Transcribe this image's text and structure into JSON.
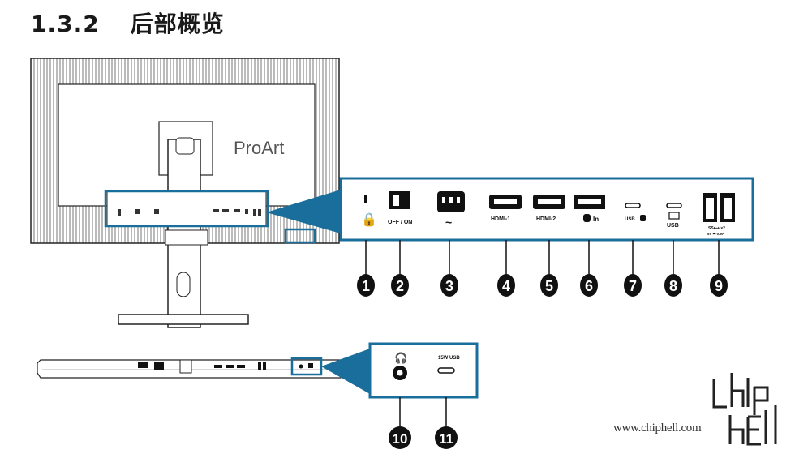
{
  "section": {
    "number": "1.3.2",
    "title": "后部概览"
  },
  "brand_logo": "ProArt",
  "ports": [
    {
      "num": "1",
      "label": ""
    },
    {
      "num": "2",
      "label": "OFF / ON"
    },
    {
      "num": "3",
      "label": "~"
    },
    {
      "num": "4",
      "label": "HDMI-1"
    },
    {
      "num": "5",
      "label": "HDMI-2"
    },
    {
      "num": "6",
      "label": "In"
    },
    {
      "num": "7",
      "label": "USB"
    },
    {
      "num": "8",
      "label": "USB"
    },
    {
      "num": "9",
      "label": "SS⟷ ×2",
      "sub": "5V ⎓ 0.9A"
    }
  ],
  "bottom_ports": [
    {
      "num": "10",
      "label": ""
    },
    {
      "num": "11",
      "label": "15W USB"
    }
  ],
  "watermark": {
    "url": "www.chiphell.com",
    "logo": "chip hell"
  },
  "colors": {
    "callout": "#1a6e9c",
    "dark": "#111111"
  }
}
